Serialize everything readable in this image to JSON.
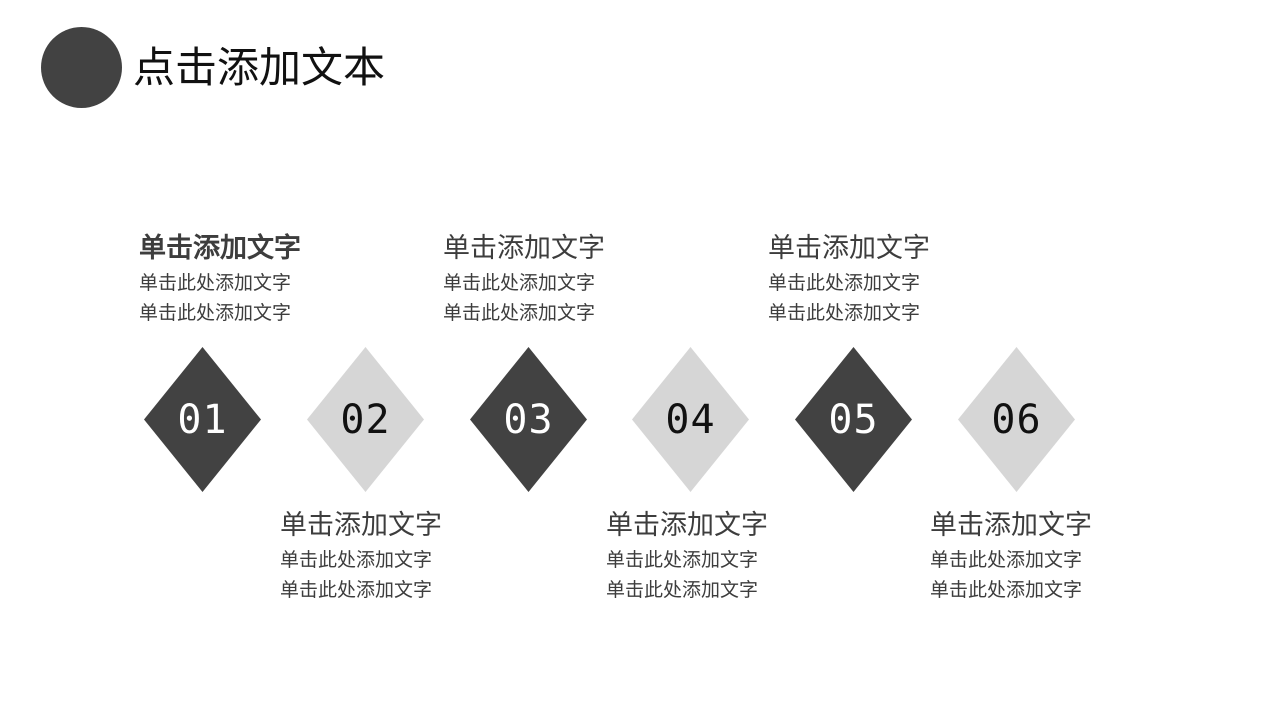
{
  "header": {
    "title": "点击添加文本",
    "circle_color": "#424242"
  },
  "colors": {
    "dark": "#424242",
    "light": "#d6d6d6",
    "text": "#3d3d3d"
  },
  "steps": [
    {
      "number": "01",
      "style": "dark",
      "position": "above",
      "heading": "单击添加文字",
      "lines": [
        "单击此处添加文字",
        "单击此处添加文字"
      ]
    },
    {
      "number": "02",
      "style": "light",
      "position": "below",
      "heading": "单击添加文字",
      "lines": [
        "单击此处添加文字",
        "单击此处添加文字"
      ]
    },
    {
      "number": "03",
      "style": "dark",
      "position": "above",
      "heading": "单击添加文字",
      "lines": [
        "单击此处添加文字",
        "单击此处添加文字"
      ]
    },
    {
      "number": "04",
      "style": "light",
      "position": "below",
      "heading": "单击添加文字",
      "lines": [
        "单击此处添加文字",
        "单击此处添加文字"
      ]
    },
    {
      "number": "05",
      "style": "dark",
      "position": "above",
      "heading": "单击添加文字",
      "lines": [
        "单击此处添加文字",
        "单击此处添加文字"
      ]
    },
    {
      "number": "06",
      "style": "light",
      "position": "below",
      "heading": "单击添加文字",
      "lines": [
        "单击此处添加文字",
        "单击此处添加文字"
      ]
    }
  ]
}
